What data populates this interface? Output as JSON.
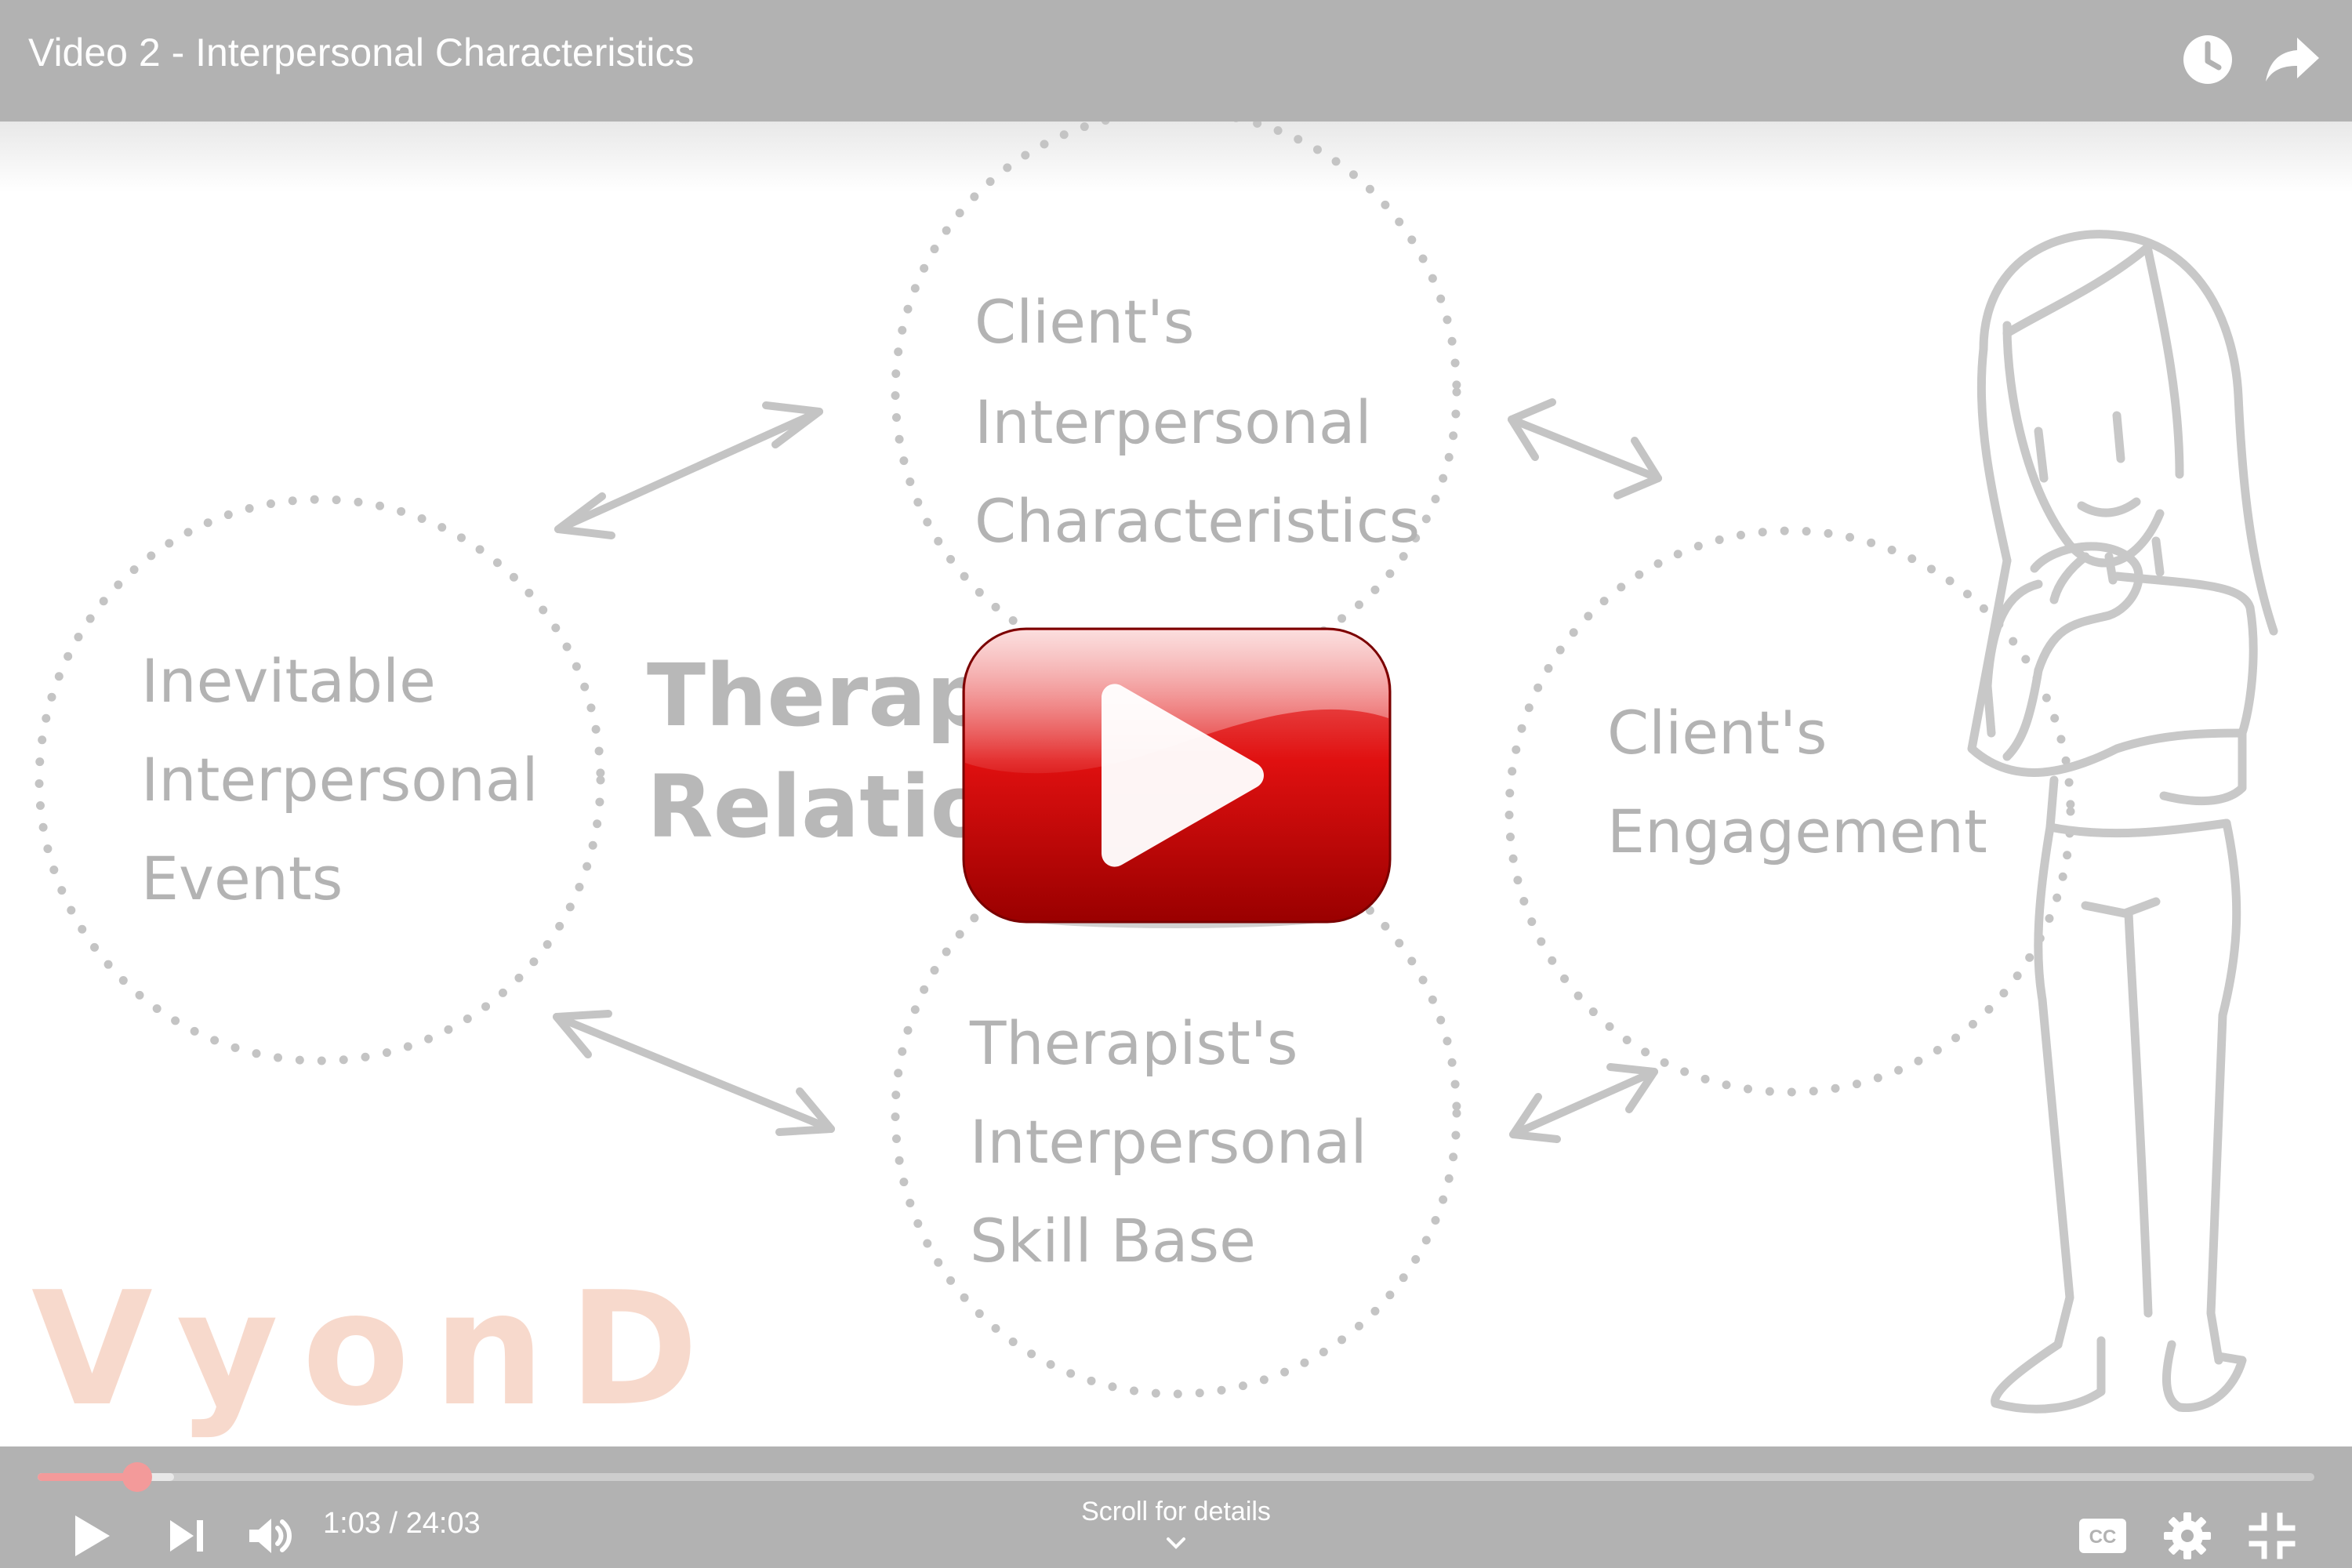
{
  "header": {
    "title": "Video 2 - Interpersonal Characteristics",
    "watch_later_icon": "clock-icon",
    "share_icon": "share-arrow-icon"
  },
  "diagram": {
    "center_label_line1": "Therapeuti",
    "center_label_line2": "Relationshi",
    "nodes": [
      {
        "lines": [
          "Client's",
          "Interpersonal",
          "Characteristics"
        ]
      },
      {
        "lines": [
          "Inevitable",
          "Interpersonal",
          "Events"
        ]
      },
      {
        "lines": [
          "Client's",
          "Engagement"
        ]
      },
      {
        "lines": [
          "Therapist's",
          "Interpersonal",
          "Skill Base"
        ]
      }
    ],
    "watermark": "VyonD"
  },
  "player": {
    "current_time": "1:03",
    "duration": "24:03",
    "time_display": "1:03 / 24:03",
    "progress_fraction": 0.0437,
    "buffered_fraction": 0.06,
    "scroll_hint": "Scroll for details",
    "icons": {
      "play": "play-icon",
      "next": "skip-next-icon",
      "volume": "volume-icon",
      "captions": "cc-icon",
      "settings": "gear-icon",
      "exit_fullscreen": "exit-fullscreen-icon",
      "big_play": "youtube-play-icon"
    }
  },
  "colors": {
    "bar_background": "#b2b2b2",
    "progress": "#f39a9a",
    "youtube_red": "#d40000",
    "diagram_gray": "#bdbdbd",
    "watermark": "#f7d9cc"
  }
}
